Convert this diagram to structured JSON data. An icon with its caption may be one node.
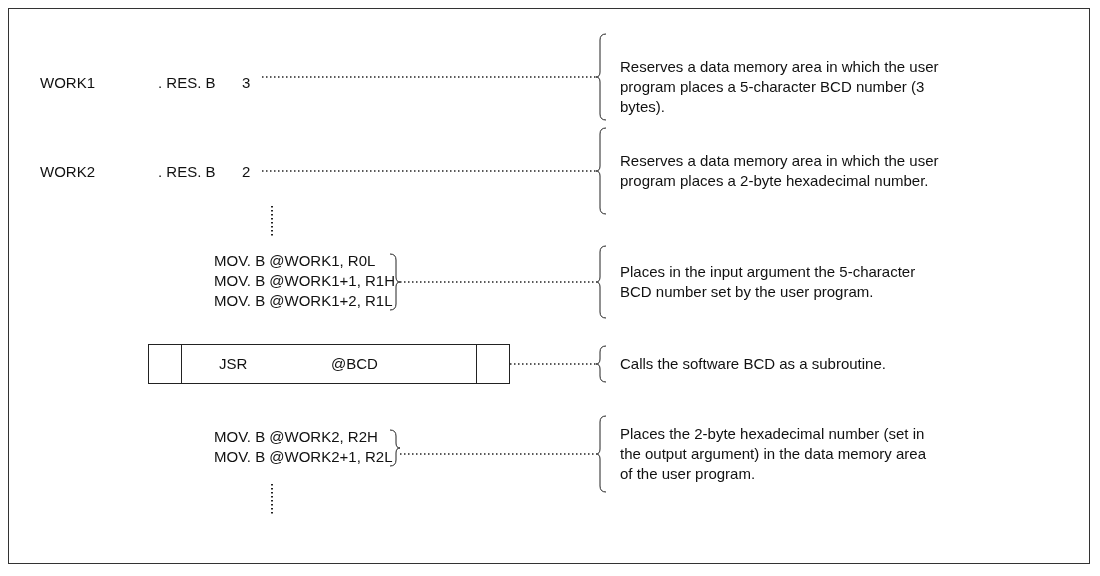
{
  "diagram": {
    "nodes": [
      {
        "text": [
          "WORK1",
          ". RES. B",
          "3"
        ]
      },
      {
        "text": [
          "Reserves a data memory area in which the user program places a 5-character BCD number (3 bytes)."
        ]
      },
      {
        "text": [
          "WORK2",
          ". RES. B",
          "2"
        ]
      },
      {
        "text": [
          "Reserves a data memory area in which the user program places a 2-byte hexadecimal number."
        ]
      },
      {
        "text": [
          "MOV. B @WORK1, R0L",
          "MOV. B @WORK1+1, R1H",
          "MOV. B @WORK1+2, R1L"
        ]
      },
      {
        "text": [
          "Places in the input argument the 5-character BCD number set by the user program."
        ]
      },
      {
        "text": [
          "JSR",
          "@BCD"
        ]
      },
      {
        "text": [
          "Calls the software BCD as a subroutine."
        ]
      },
      {
        "text": [
          "MOV. B @WORK2, R2H",
          "MOV. B @WORK2+1, R2L"
        ]
      },
      {
        "text": [
          "Places the 2-byte hexadecimal number (set in the output argument) in the data memory area of the user program."
        ]
      }
    ],
    "edges": [
      {
        "from": 0,
        "to": 1,
        "arrow": "none",
        "style": "dashed"
      },
      {
        "from": 2,
        "to": 3,
        "arrow": "none",
        "style": "dashed"
      },
      {
        "from": 4,
        "to": 5,
        "arrow": "none",
        "style": "dashed"
      },
      {
        "from": 6,
        "to": 7,
        "arrow": "none",
        "style": "dashed"
      },
      {
        "from": 8,
        "to": 9,
        "arrow": "none",
        "style": "dashed"
      }
    ]
  }
}
